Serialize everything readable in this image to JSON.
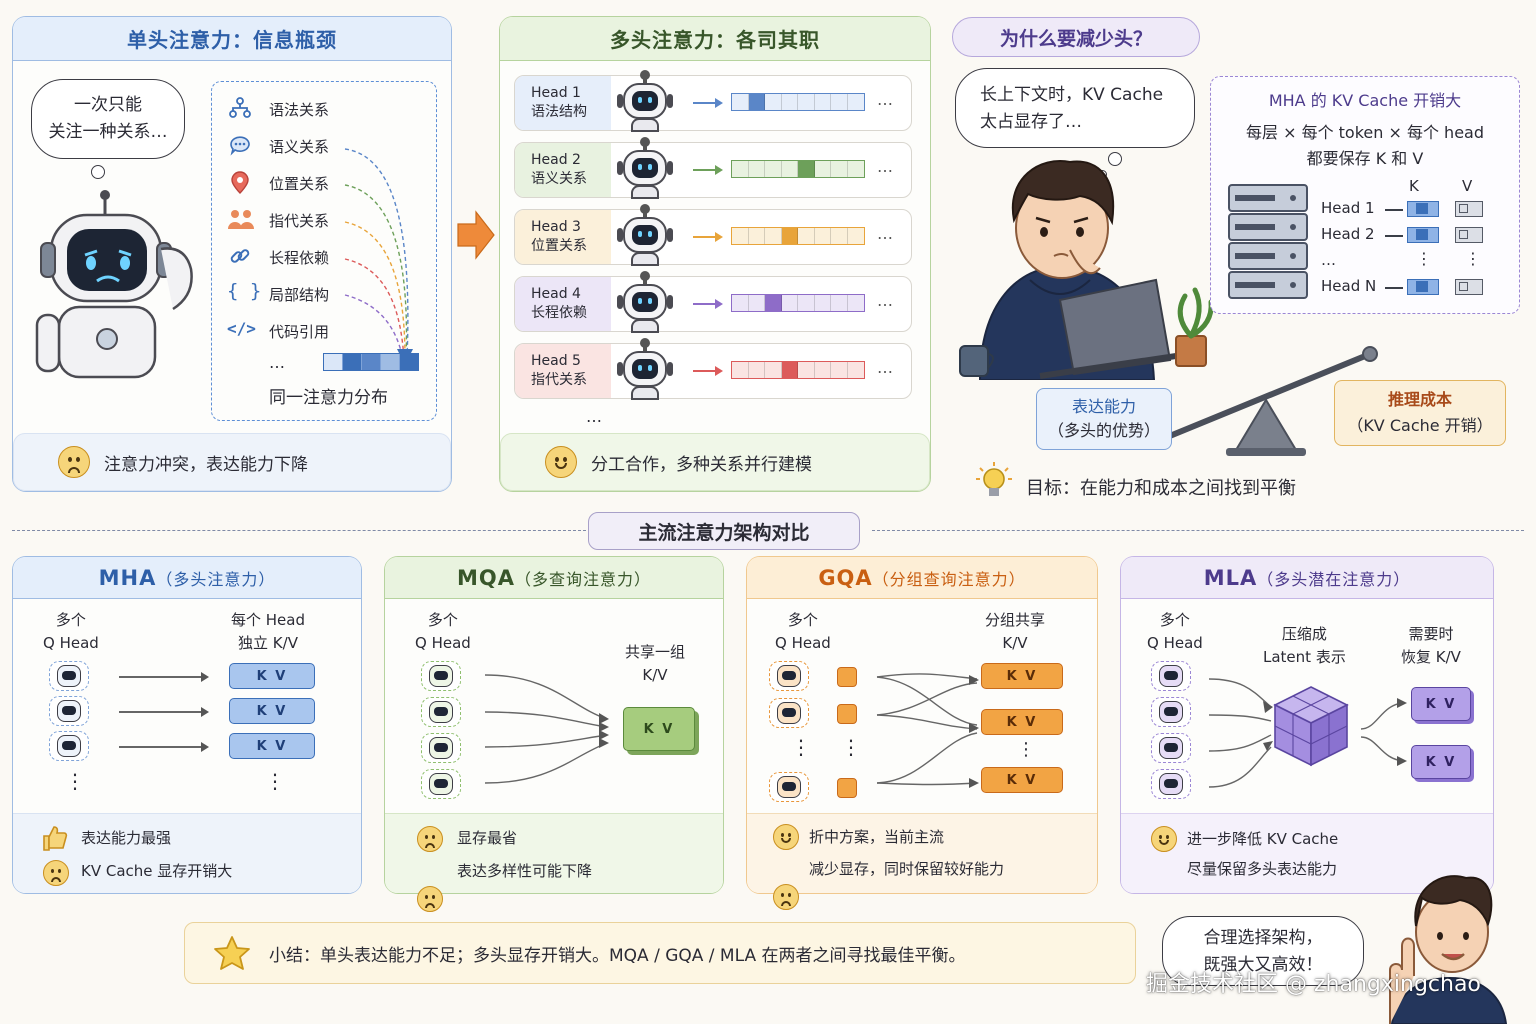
{
  "colors": {
    "blue": "#3b6fb8",
    "green": "#5b8a3c",
    "orange": "#e07d2a",
    "purple": "#6e57b8",
    "yellow": "#e8c24a"
  },
  "single_head": {
    "title": "单头注意力：信息瓶颈",
    "bubble_line1": "一次只能",
    "bubble_line2": "关注一种关系…",
    "relations": [
      {
        "icon": "tree-icon",
        "label": "语法关系"
      },
      {
        "icon": "chat-icon",
        "label": "语义关系"
      },
      {
        "icon": "pin-icon",
        "label": "位置关系"
      },
      {
        "icon": "people-icon",
        "label": "指代关系"
      },
      {
        "icon": "link-icon",
        "label": "长程依赖"
      },
      {
        "icon": "brace-icon",
        "label": "局部结构"
      },
      {
        "icon": "code-icon",
        "label": "代码引用"
      }
    ],
    "brace_glyph": "{ }",
    "code_glyph": "</>",
    "ellipsis": "…",
    "dist_label": "同一注意力分布",
    "footer": "注意力冲突，表达能力下降"
  },
  "multi_head": {
    "title": "多头注意力：各司其职",
    "heads": [
      {
        "name": "Head 1",
        "role": "语法结构",
        "color": "#5a86c8",
        "bg": "#e6eefa",
        "hot": 1
      },
      {
        "name": "Head 2",
        "role": "语义关系",
        "color": "#6da05a",
        "bg": "#e8f2e0",
        "hot": 4
      },
      {
        "name": "Head 3",
        "role": "位置关系",
        "color": "#e8a43a",
        "bg": "#fbf0da",
        "hot": 3
      },
      {
        "name": "Head 4",
        "role": "长程依赖",
        "color": "#8e6cc8",
        "bg": "#ece6f7",
        "hot": 2
      },
      {
        "name": "Head 5",
        "role": "指代关系",
        "color": "#dc5a5a",
        "bg": "#fae4e2",
        "hot": 3
      }
    ],
    "row_dots": "…",
    "more": "…",
    "footer": "分工合作，多种关系并行建模"
  },
  "why": {
    "title": "为什么要减少头？",
    "bubble_line1": "长上下文时，KV Cache",
    "bubble_line2": "太占显存了…",
    "mha_cost_title": "MHA 的 KV Cache 开销大",
    "mha_cost_line1": "每层 × 每个 token × 每个 head",
    "mha_cost_line2": "都要保存 K 和 V",
    "k_label": "K",
    "v_label": "V",
    "cache_heads": [
      "Head 1",
      "Head 2",
      "…",
      "Head N"
    ],
    "cache_dots": "⋮",
    "balance_left_line1": "表达能力",
    "balance_left_line2": "（多头的优势）",
    "balance_right_line1": "推理成本",
    "balance_right_line2": "（KV Cache 开销）",
    "goal": "目标：在能力和成本之间找到平衡"
  },
  "compare_title": "主流注意力架构对比",
  "archs": [
    {
      "abbr": "MHA",
      "full": "（多头注意力）",
      "left_label_1": "多个",
      "left_label_2": "Q Head",
      "right_label_1": "每个 Head",
      "right_label_2": "独立 K/V",
      "pros": [
        {
          "icon": "thumbs-up-icon",
          "text": "表达能力最强"
        },
        {
          "icon": "sad-face-icon",
          "text": "KV Cache 显存开销大"
        }
      ]
    },
    {
      "abbr": "MQA",
      "full": "（多查询注意力）",
      "left_label_1": "多个",
      "left_label_2": "Q Head",
      "right_label_1": "共享一组",
      "right_label_2": "K/V",
      "pros": [
        {
          "icon": "sad-face-icon",
          "text": "显存最省"
        },
        {
          "icon": "sad-face-icon",
          "text": "表达多样性可能下降"
        }
      ]
    },
    {
      "abbr": "GQA",
      "full": "（分组查询注意力）",
      "left_label_1": "多个",
      "left_label_2": "Q Head",
      "right_label_1": "分组共享",
      "right_label_2": "K/V",
      "pros": [
        {
          "icon": "happy-face-icon",
          "text": "折中方案，当前主流"
        },
        {
          "icon": "sad-face-icon",
          "text": "减少显存，同时保留较好能力"
        }
      ]
    },
    {
      "abbr": "MLA",
      "full": "（多头潜在注意力）",
      "left_label_1": "多个",
      "left_label_2": "Q Head",
      "mid_label_1": "压缩成",
      "mid_label_2": "Latent 表示",
      "right_label_1": "需要时",
      "right_label_2": "恢复 K/V",
      "pros": [
        {
          "icon": "happy-face-icon",
          "text": "进一步降低 KV Cache"
        },
        {
          "icon": "",
          "text": "尽量保留多头表达能力"
        }
      ]
    }
  ],
  "kv_text": "K V",
  "v_dots": "⋮",
  "summary": "小结：单头表达能力不足；多头显存开销大。MQA / GQA / MLA 在两者之间寻找最佳平衡。",
  "final_bubble_line1": "合理选择架构，",
  "final_bubble_line2": "既强大又高效！",
  "watermark": "掘金技术社区 @ zhangxingchao"
}
